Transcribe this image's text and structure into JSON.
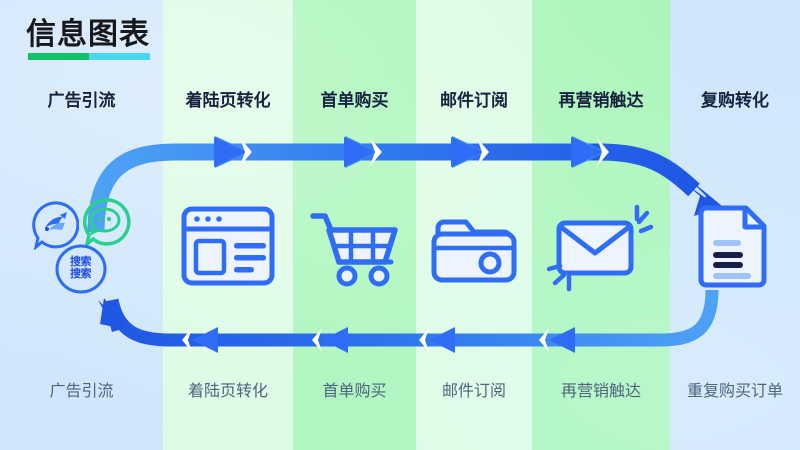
{
  "meta": {
    "title": "信息图表",
    "title_rule_colors": [
      "#12c16a",
      "#49d6f0"
    ],
    "accent_blue": "#2f6df6",
    "accent_blue_dark": "#1a4fd8",
    "arrow_gradient": [
      "#49a0f2",
      "#1f5fe8"
    ],
    "top_label_color": "#16223f",
    "bottom_label_color": "#4e6480"
  },
  "background": {
    "bands": [
      {
        "name": "band-blue-left",
        "color": "#cfe6fb",
        "width": 163
      },
      {
        "name": "band-mint-1",
        "color": "#dcfbe3",
        "width": 130
      },
      {
        "name": "band-green-1",
        "color": "#aaf5b9",
        "width": 123
      },
      {
        "name": "band-mint-2",
        "color": "#dcfbe3",
        "width": 116
      },
      {
        "name": "band-green-2",
        "color": "#aaf5b9",
        "width": 138
      },
      {
        "name": "band-blue-right",
        "color": "#cfe6fb",
        "width": 130
      }
    ]
  },
  "columns": [
    {
      "id": "ad-traffic",
      "width": 163,
      "top_label": "广告引流",
      "bottom_label": "广告引流",
      "icon": "social-badges-icon"
    },
    {
      "id": "landing-page",
      "width": 130,
      "top_label": "着陆页转化",
      "bottom_label": "着陆页转化",
      "icon": "browser-window-icon"
    },
    {
      "id": "first-order",
      "width": 123,
      "top_label": "首单购买",
      "bottom_label": "首单购买",
      "icon": "shopping-cart-icon"
    },
    {
      "id": "email-subscribe",
      "width": 116,
      "top_label": "邮件订阅",
      "bottom_label": "邮件订阅",
      "icon": "wallet-folder-icon"
    },
    {
      "id": "remarketing",
      "width": 138,
      "top_label": "再营销触达",
      "bottom_label": "再营销触达",
      "icon": "envelope-icon"
    },
    {
      "id": "repeat-purchase",
      "width": 130,
      "top_label": "复购转化",
      "bottom_label": "重复购买订单",
      "icon": "document-icon"
    }
  ],
  "badges": {
    "bird_badge": {
      "name": "bird-chat-bubble-icon",
      "color": "#2f6df6"
    },
    "chat_badge": {
      "name": "chat-bubble-icon",
      "color": "#2ad08f"
    },
    "search_badge": {
      "name": "search-circle-icon",
      "color": "#2f6df6",
      "line1": "搜索",
      "line2": "搜索"
    }
  },
  "arrows": {
    "top": {
      "name": "forward-flow-arrow",
      "direction": "right"
    },
    "bottom": {
      "name": "return-flow-arrow",
      "direction": "left"
    }
  }
}
